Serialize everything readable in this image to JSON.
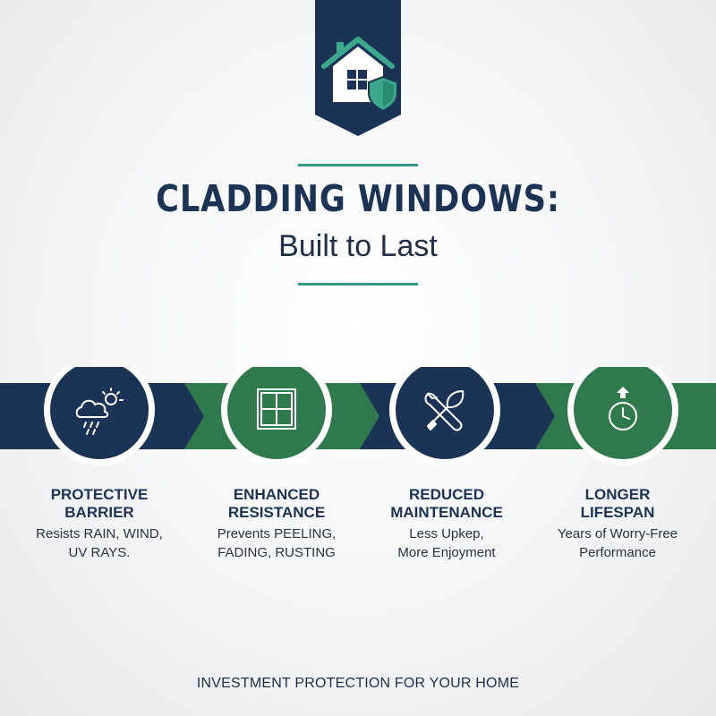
{
  "header": {
    "icon": "house-shield-icon",
    "title": "CLADDING WINDOWS:",
    "subtitle": "Built to Last"
  },
  "features": [
    {
      "icon": "cloud-sun-rain-icon",
      "title_line1": "PROTECTIVE",
      "title_line2": "BARRIER",
      "desc_line1": "Resists RAIN, WIND,",
      "desc_line2": "UV RAYS."
    },
    {
      "icon": "window-frame-icon",
      "title_line1": "ENHANCED",
      "title_line2": "RESISTANCE",
      "desc_line1": "Prevents PEELING,",
      "desc_line2": "FADING, RUSTING"
    },
    {
      "icon": "wrench-leaf-icon",
      "title_line1": "REDUCED",
      "title_line2": "MAINTENANCE",
      "desc_line1": "Less Upkep,",
      "desc_line2": "More Enjoyment"
    },
    {
      "icon": "clock-arrow-up-icon",
      "title_line1": "LONGER",
      "title_line2": "LIFESPAN",
      "desc_line1": "Years of Worry-Free",
      "desc_line2": "Performance"
    }
  ],
  "footer": "INVESTMENT PROTECTION FOR YOUR HOME",
  "colors": {
    "navy": "#1b3354",
    "green": "#2e7a4c",
    "teal": "#2e9a86",
    "background": "#f4f5f6"
  }
}
